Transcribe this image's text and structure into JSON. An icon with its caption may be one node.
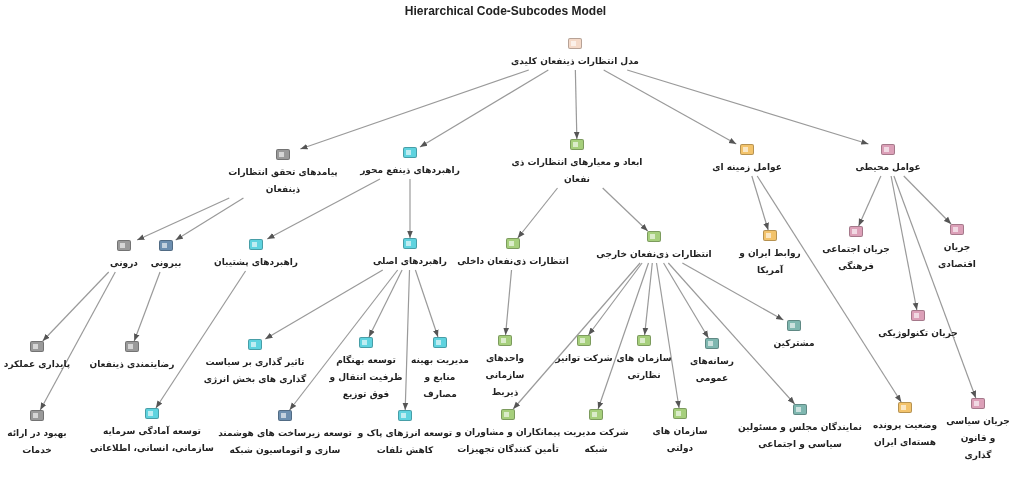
{
  "diagram": {
    "title": "Hierarchical Code-Subcodes Model",
    "nodes": [
      {
        "text": [
          "مدل انتظارات ذینفعان کلیدی"
        ]
      },
      {
        "text": [
          "پیامدهای تحقق انتظارات ذینفعان"
        ]
      },
      {
        "text": [
          "راهبردهای ذینفع محور"
        ]
      },
      {
        "text": [
          "ابعاد و معیارهای انتظارات ذی نفعان"
        ]
      },
      {
        "text": [
          "عوامل زمینه ای"
        ]
      },
      {
        "text": [
          "عوامل محیطی"
        ]
      },
      {
        "text": [
          "درونی"
        ]
      },
      {
        "text": [
          "بیرونی"
        ]
      },
      {
        "text": [
          "راهبردهای پشتیبان"
        ]
      },
      {
        "text": [
          "راهبردهای اصلی"
        ]
      },
      {
        "text": [
          "انتظارات ذی‌نفعان داخلی"
        ]
      },
      {
        "text": [
          "انتظارات ذی‌نفعان خارجی"
        ]
      },
      {
        "text": [
          "روابط ایران و آمریکا"
        ]
      },
      {
        "text": [
          "جریان اجتماعی فرهنگی"
        ]
      },
      {
        "text": [
          "جریان اقتصادی"
        ]
      },
      {
        "text": [
          "پایداری عملکرد"
        ]
      },
      {
        "text": [
          "رضایتمندی ذینفعان"
        ]
      },
      {
        "text": [
          "تاثیر گذاری بر سیاست گذاری های بخش انرژی"
        ]
      },
      {
        "text": [
          "توسعه بهنگام ظرفیت انتقال و فوق توزیع"
        ]
      },
      {
        "text": [
          "مدیریت بهینه منابع و مصارف"
        ]
      },
      {
        "text": [
          "واحدهای سازمانی ذیربط"
        ]
      },
      {
        "text": [
          "شرکت توانیر"
        ]
      },
      {
        "text": [
          "سازمان های نظارتی"
        ]
      },
      {
        "text": [
          "رسانه‌های عمومی"
        ]
      },
      {
        "text": [
          "مشترکین"
        ]
      },
      {
        "text": [
          "جریان تکنولوژیکی"
        ]
      },
      {
        "text": [
          "بهبود در ارائه خدمات"
        ]
      },
      {
        "text": [
          "توسعه آمادگی سرمایه سازمانی، انسانی، اطلاعاتی"
        ]
      },
      {
        "text": [
          "توسعه زیرساخت های هوشمند سازی و اتوماسیون شبکه"
        ]
      },
      {
        "text": [
          "توسعه انرژهای پاک و کاهش تلفات"
        ]
      },
      {
        "text": [
          "پیمانکاران و مشاوران و تأمین کنندگان تجهیزات"
        ]
      },
      {
        "text": [
          "شرکت مدیریت شبکه"
        ]
      },
      {
        "text": [
          "سازمان های دولتی"
        ]
      },
      {
        "text": [
          "نمایندگان مجلس و مسئولین سیاسی و اجتماعی"
        ]
      },
      {
        "text": [
          "وضعیت پرونده هسته‌ای ایران"
        ]
      },
      {
        "text": [
          "جریان سیاسی و قانون گذاری"
        ]
      }
    ],
    "edges": [
      {
        "from": 0,
        "to": 1,
        "arrow": "to"
      },
      {
        "from": 0,
        "to": 2,
        "arrow": "to"
      },
      {
        "from": 0,
        "to": 3,
        "arrow": "to"
      },
      {
        "from": 0,
        "to": 4,
        "arrow": "to"
      },
      {
        "from": 0,
        "to": 5,
        "arrow": "to"
      },
      {
        "from": 1,
        "to": 6,
        "arrow": "to"
      },
      {
        "from": 1,
        "to": 7,
        "arrow": "to"
      },
      {
        "from": 2,
        "to": 8,
        "arrow": "to"
      },
      {
        "from": 2,
        "to": 9,
        "arrow": "to"
      },
      {
        "from": 3,
        "to": 10,
        "arrow": "to"
      },
      {
        "from": 3,
        "to": 11,
        "arrow": "to"
      },
      {
        "from": 4,
        "to": 12,
        "arrow": "to"
      },
      {
        "from": 4,
        "to": 34,
        "arrow": "to"
      },
      {
        "from": 5,
        "to": 13,
        "arrow": "to"
      },
      {
        "from": 5,
        "to": 14,
        "arrow": "to"
      },
      {
        "from": 5,
        "to": 25,
        "arrow": "to"
      },
      {
        "from": 5,
        "to": 35,
        "arrow": "to"
      },
      {
        "from": 6,
        "to": 15,
        "arrow": "to"
      },
      {
        "from": 6,
        "to": 26,
        "arrow": "to"
      },
      {
        "from": 7,
        "to": 16,
        "arrow": "to"
      },
      {
        "from": 8,
        "to": 27,
        "arrow": "to"
      },
      {
        "from": 9,
        "to": 17,
        "arrow": "to"
      },
      {
        "from": 9,
        "to": 18,
        "arrow": "to"
      },
      {
        "from": 9,
        "to": 19,
        "arrow": "to"
      },
      {
        "from": 9,
        "to": 28,
        "arrow": "to"
      },
      {
        "from": 9,
        "to": 29,
        "arrow": "to"
      },
      {
        "from": 10,
        "to": 20,
        "arrow": "to"
      },
      {
        "from": 11,
        "to": 21,
        "arrow": "to"
      },
      {
        "from": 11,
        "to": 22,
        "arrow": "to"
      },
      {
        "from": 11,
        "to": 23,
        "arrow": "to"
      },
      {
        "from": 11,
        "to": 24,
        "arrow": "to"
      },
      {
        "from": 11,
        "to": 30,
        "arrow": "to"
      },
      {
        "from": 11,
        "to": 31,
        "arrow": "to"
      },
      {
        "from": 11,
        "to": 32,
        "arrow": "to"
      },
      {
        "from": 11,
        "to": 33,
        "arrow": "to"
      }
    ]
  }
}
